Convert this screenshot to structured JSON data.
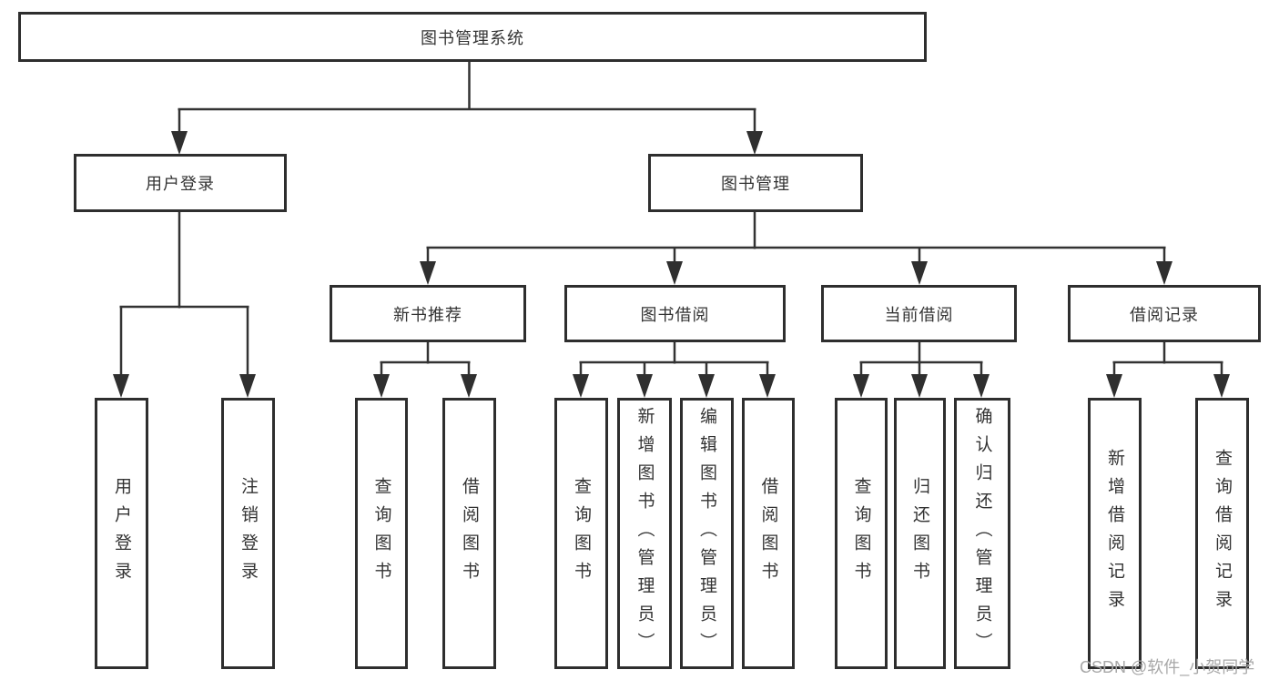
{
  "diagram_type": "hierarchy-tree",
  "colors": {
    "line": "#333333",
    "box_border": "#2e2e2e",
    "text": "#333333",
    "background": "#ffffff",
    "watermark": "#a8a8a8"
  },
  "tree": {
    "label": "图书管理系统",
    "children": [
      {
        "label": "用户登录",
        "children": [
          {
            "label": "用户登录"
          },
          {
            "label": "注销登录"
          }
        ]
      },
      {
        "label": "图书管理",
        "children": [
          {
            "label": "新书推荐",
            "children": [
              {
                "label": "查询图书"
              },
              {
                "label": "借阅图书"
              }
            ]
          },
          {
            "label": "图书借阅",
            "children": [
              {
                "label": "查询图书"
              },
              {
                "label": "新增图书（管理员）"
              },
              {
                "label": "编辑图书（管理员）"
              },
              {
                "label": "借阅图书"
              }
            ]
          },
          {
            "label": "当前借阅",
            "children": [
              {
                "label": "查询图书"
              },
              {
                "label": "归还图书"
              },
              {
                "label": "确认归还（管理员）"
              }
            ]
          },
          {
            "label": "借阅记录",
            "children": [
              {
                "label": "新增借阅记录"
              },
              {
                "label": "查询借阅记录"
              }
            ]
          }
        ]
      }
    ]
  },
  "watermark": "CSDN @软件_小贺同学"
}
